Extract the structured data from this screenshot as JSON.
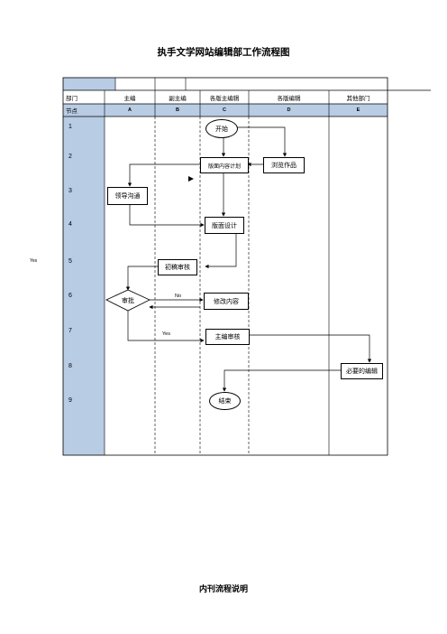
{
  "doc": {
    "title": "执手文学网站编辑部工作流程图",
    "bottom_title": "内刊流程说明",
    "side_label": "Yes"
  },
  "header": {
    "departments": [
      "部门",
      "主编",
      "副主编",
      "各版主编辑",
      "各版编辑",
      "其他部门"
    ],
    "node_label": "节点",
    "columns": [
      "A",
      "B",
      "C",
      "D",
      "E"
    ]
  },
  "rows": [
    "1",
    "2",
    "3",
    "4",
    "5",
    "6",
    "7",
    "8",
    "9"
  ],
  "boxes": {
    "start": "开始",
    "plan": "版面内容计划",
    "browse": "浏览作品",
    "communicate": "领导沟通",
    "design": "版面设计",
    "first_review": "初稿审核",
    "approve": "审批",
    "modify": "修改内容",
    "chief_review": "主编审核",
    "necessary_edit": "必要的编辑",
    "end": "结束"
  },
  "labels": {
    "no": "No",
    "yes": "Yes"
  },
  "colors": {
    "lane_blue": "#b8cce4",
    "header_blue": "#b8cce4",
    "line": "#000000"
  }
}
